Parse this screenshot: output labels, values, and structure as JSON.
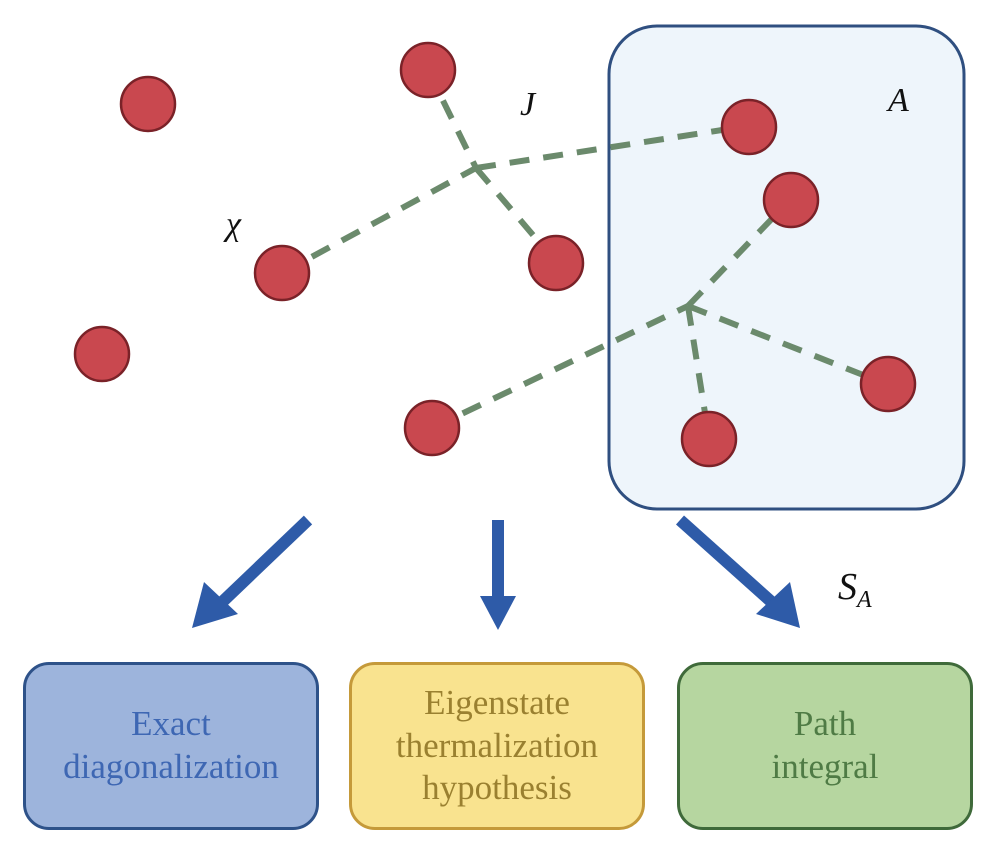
{
  "labels": {
    "chi": "χ",
    "J": "J",
    "A": "A",
    "S": "S",
    "S_sub": "A"
  },
  "boxes": [
    {
      "lines": [
        "Exact",
        "diagonalization"
      ]
    },
    {
      "lines": [
        "Eigenstate",
        "thermalization",
        "hypothesis"
      ]
    },
    {
      "lines": [
        "Path",
        "integral"
      ]
    }
  ],
  "colors": {
    "node_fill": "#c9484f",
    "node_stroke": "#7a2228",
    "edge": "#6b8a6c",
    "arrow": "#2e5ba8",
    "region_fill": "#eef5fb",
    "region_stroke": "#2f4f80"
  }
}
